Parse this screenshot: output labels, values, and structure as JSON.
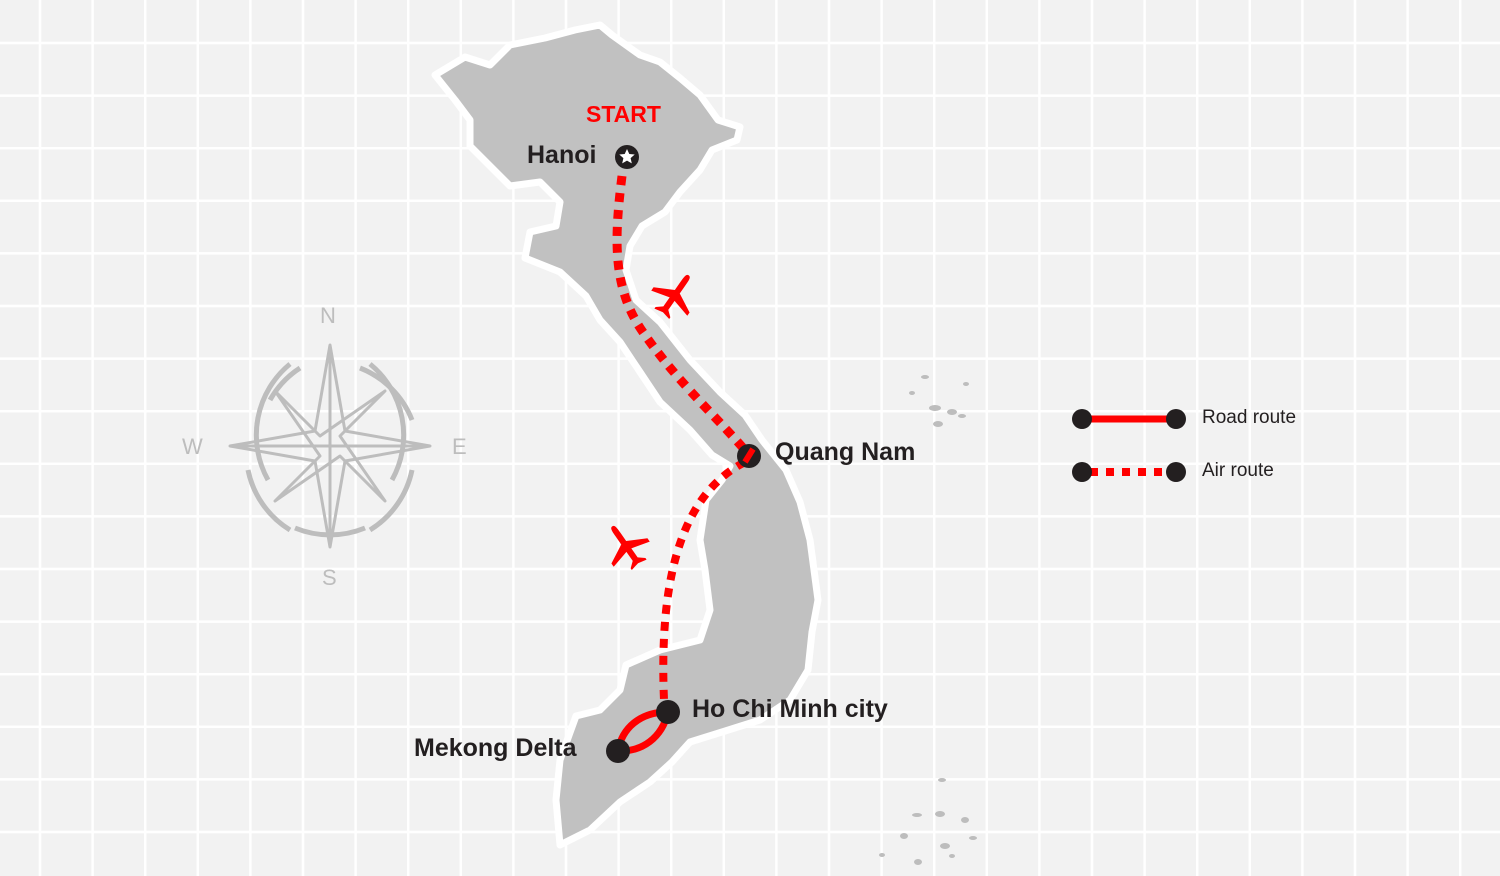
{
  "map": {
    "start_label": "START",
    "cities": [
      {
        "name": "Hanoi",
        "marker": "star"
      },
      {
        "name": "Quang Nam",
        "marker": "dot"
      },
      {
        "name": "Ho Chi Minh city",
        "marker": "dot"
      },
      {
        "name": "Mekong Delta",
        "marker": "dot"
      }
    ],
    "routes": [
      {
        "from": "Hanoi",
        "to": "Quang Nam",
        "type": "air"
      },
      {
        "from": "Quang Nam",
        "to": "Ho Chi Minh city",
        "type": "air"
      },
      {
        "from": "Ho Chi Minh city",
        "to": "Mekong Delta",
        "type": "road"
      }
    ]
  },
  "compass": {
    "n": "N",
    "s": "S",
    "e": "E",
    "w": "W"
  },
  "legend": {
    "road": "Road route",
    "air": "Air route"
  },
  "colors": {
    "route": "#ff0000",
    "land": "#c1c1c1",
    "marker": "#231f20",
    "background": "#f2f2f2",
    "grid": "#ffffff"
  }
}
